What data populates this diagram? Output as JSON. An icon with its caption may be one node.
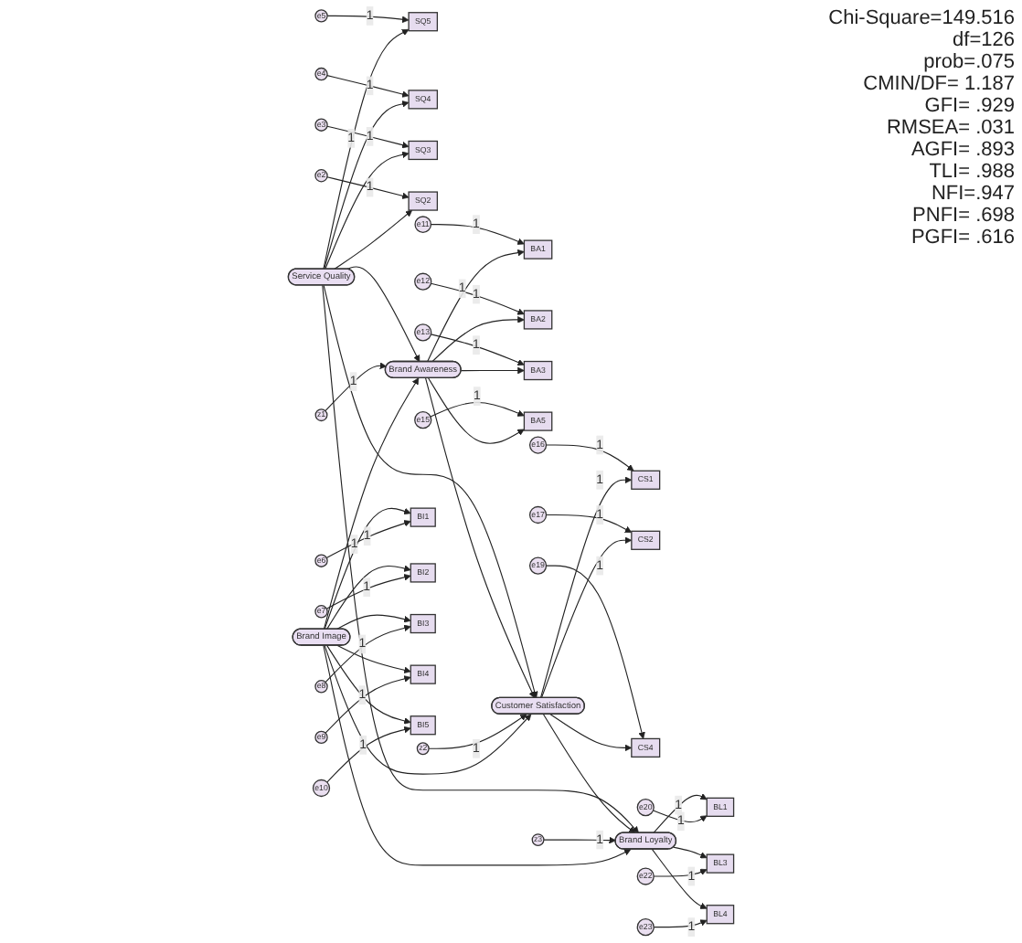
{
  "diagram": {
    "nodes": [
      {
        "text": [
          "e5"
        ]
      },
      {
        "text": [
          "e4"
        ]
      },
      {
        "text": [
          "e3"
        ]
      },
      {
        "text": [
          "e2"
        ]
      },
      {
        "text": [
          "SQ5"
        ]
      },
      {
        "text": [
          "SQ4"
        ]
      },
      {
        "text": [
          "SQ3"
        ]
      },
      {
        "text": [
          "SQ2"
        ]
      },
      {
        "text": [
          "Service Quality"
        ]
      },
      {
        "text": [
          "e11"
        ]
      },
      {
        "text": [
          "BA1"
        ]
      },
      {
        "text": [
          "e12"
        ]
      },
      {
        "text": [
          "BA2"
        ]
      },
      {
        "text": [
          "e13"
        ]
      },
      {
        "text": [
          "BA3"
        ]
      },
      {
        "text": [
          "e15"
        ]
      },
      {
        "text": [
          "BA5"
        ]
      },
      {
        "text": [
          "Brand Awareness"
        ]
      },
      {
        "text": [
          "z1"
        ]
      },
      {
        "text": [
          "e16"
        ]
      },
      {
        "text": [
          "CS1"
        ]
      },
      {
        "text": [
          "e17"
        ]
      },
      {
        "text": [
          "CS2"
        ]
      },
      {
        "text": [
          "e19"
        ]
      },
      {
        "text": [
          "CS4"
        ]
      },
      {
        "text": [
          "Customer Satisfaction"
        ]
      },
      {
        "text": [
          "z2"
        ]
      },
      {
        "text": [
          "z3"
        ]
      },
      {
        "text": [
          "Brand Loyalty"
        ]
      },
      {
        "text": [
          "BL1"
        ]
      },
      {
        "text": [
          "e20"
        ]
      },
      {
        "text": [
          "BL3"
        ]
      },
      {
        "text": [
          "e22"
        ]
      },
      {
        "text": [
          "BL4"
        ]
      },
      {
        "text": [
          "e23"
        ]
      },
      {
        "text": [
          "Brand Image"
        ]
      },
      {
        "text": [
          "BI1"
        ]
      },
      {
        "text": [
          "BI2"
        ]
      },
      {
        "text": [
          "BI3"
        ]
      },
      {
        "text": [
          "BI4"
        ]
      },
      {
        "text": [
          "BI5"
        ]
      },
      {
        "text": [
          "e6"
        ]
      },
      {
        "text": [
          "e7"
        ]
      },
      {
        "text": [
          "e8"
        ]
      },
      {
        "text": [
          "e9"
        ]
      },
      {
        "text": [
          "e10"
        ]
      }
    ],
    "edges": [
      {
        "from": 0,
        "to": 4,
        "arrow": "to",
        "label": "1"
      },
      {
        "from": 1,
        "to": 5,
        "arrow": "to",
        "label": "1"
      },
      {
        "from": 2,
        "to": 6,
        "arrow": "to",
        "label": "1"
      },
      {
        "from": 3,
        "to": 7,
        "arrow": "to",
        "label": "1"
      },
      {
        "from": 8,
        "to": 4,
        "arrow": "to",
        "label": "1"
      },
      {
        "from": 8,
        "to": 5,
        "arrow": "to"
      },
      {
        "from": 8,
        "to": 6,
        "arrow": "to"
      },
      {
        "from": 8,
        "to": 7,
        "arrow": "to"
      },
      {
        "from": 8,
        "to": 17,
        "arrow": "to"
      },
      {
        "from": 8,
        "to": 25,
        "arrow": "to"
      },
      {
        "from": 8,
        "to": 28,
        "arrow": "to"
      },
      {
        "from": 9,
        "to": 10,
        "arrow": "to",
        "label": "1"
      },
      {
        "from": 11,
        "to": 12,
        "arrow": "to",
        "label": "1"
      },
      {
        "from": 13,
        "to": 14,
        "arrow": "to",
        "label": "1"
      },
      {
        "from": 15,
        "to": 16,
        "arrow": "to",
        "label": "1"
      },
      {
        "from": 17,
        "to": 10,
        "arrow": "to",
        "label": "1"
      },
      {
        "from": 17,
        "to": 12,
        "arrow": "to"
      },
      {
        "from": 17,
        "to": 14,
        "arrow": "to"
      },
      {
        "from": 17,
        "to": 16,
        "arrow": "to"
      },
      {
        "from": 18,
        "to": 17,
        "arrow": "to",
        "label": "1"
      },
      {
        "from": 17,
        "to": 25,
        "arrow": "to"
      },
      {
        "from": 19,
        "to": 20,
        "arrow": "to",
        "label": "1"
      },
      {
        "from": 21,
        "to": 22,
        "arrow": "to",
        "label": "1"
      },
      {
        "from": 23,
        "to": 24,
        "arrow": "to",
        "label": "1"
      },
      {
        "from": 25,
        "to": 20,
        "arrow": "to",
        "label": "1"
      },
      {
        "from": 25,
        "to": 22,
        "arrow": "to"
      },
      {
        "from": 25,
        "to": 24,
        "arrow": "to"
      },
      {
        "from": 26,
        "to": 25,
        "arrow": "to",
        "label": "1"
      },
      {
        "from": 25,
        "to": 28,
        "arrow": "to"
      },
      {
        "from": 27,
        "to": 28,
        "arrow": "to",
        "label": "1"
      },
      {
        "from": 28,
        "to": 29,
        "arrow": "to",
        "label": "1"
      },
      {
        "from": 28,
        "to": 31,
        "arrow": "to"
      },
      {
        "from": 28,
        "to": 33,
        "arrow": "to"
      },
      {
        "from": 30,
        "to": 29,
        "arrow": "to",
        "label": "1"
      },
      {
        "from": 32,
        "to": 31,
        "arrow": "to",
        "label": "1"
      },
      {
        "from": 34,
        "to": 33,
        "arrow": "to",
        "label": "1"
      },
      {
        "from": 35,
        "to": 17,
        "arrow": "to"
      },
      {
        "from": 35,
        "to": 25,
        "arrow": "to"
      },
      {
        "from": 35,
        "to": 28,
        "arrow": "to"
      },
      {
        "from": 35,
        "to": 36,
        "arrow": "to",
        "label": "1"
      },
      {
        "from": 35,
        "to": 37,
        "arrow": "to"
      },
      {
        "from": 35,
        "to": 38,
        "arrow": "to"
      },
      {
        "from": 35,
        "to": 39,
        "arrow": "to"
      },
      {
        "from": 35,
        "to": 40,
        "arrow": "to"
      },
      {
        "from": 41,
        "to": 36,
        "arrow": "to",
        "label": "1"
      },
      {
        "from": 42,
        "to": 37,
        "arrow": "to",
        "label": "1"
      },
      {
        "from": 43,
        "to": 38,
        "arrow": "to",
        "label": "1"
      },
      {
        "from": 44,
        "to": 39,
        "arrow": "to",
        "label": "1"
      },
      {
        "from": 45,
        "to": 40,
        "arrow": "to",
        "label": "1"
      }
    ],
    "labels": [
      "Chi-Square=149.516",
      "df=126",
      "prob=.075",
      "CMIN/DF= 1.187",
      "GFI= .929",
      "RMSEA= .031",
      "AGFI= .893",
      "TLI= .988",
      "NFI=.947",
      "PNFI= .698",
      "PGFI= .616"
    ]
  }
}
